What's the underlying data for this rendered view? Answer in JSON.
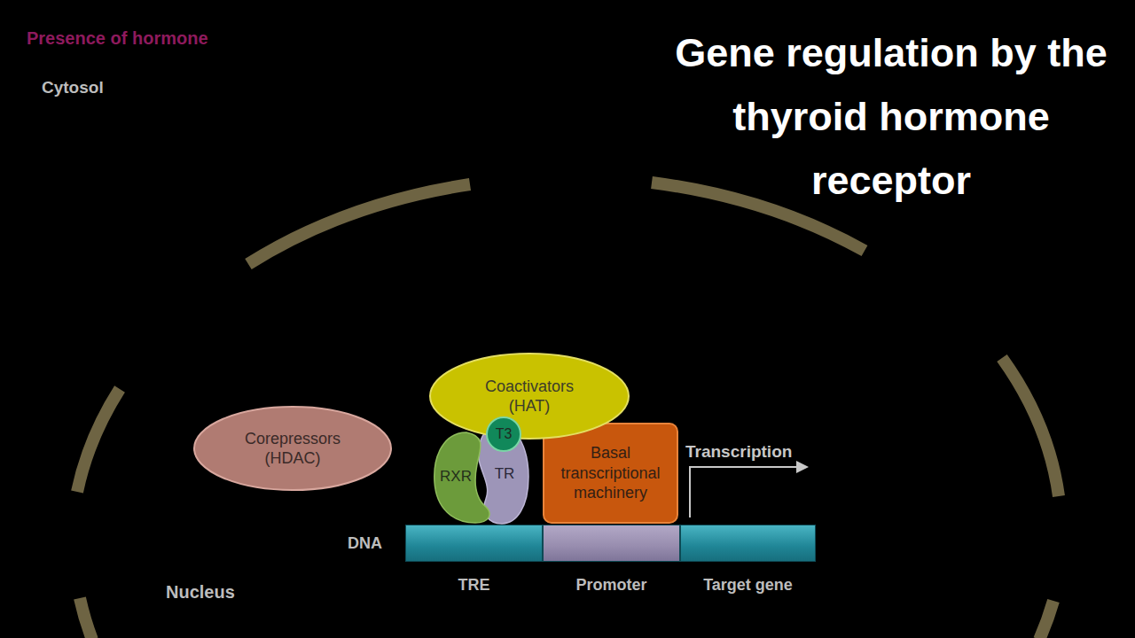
{
  "diagram": {
    "title": "Gene regulation by the thyroid hormone receptor",
    "nodes": [
      {
        "text": [
          "Coactivators (HAT)"
        ]
      },
      {
        "text": [
          "Corepressors (HDAC)"
        ]
      },
      {
        "text": [
          "T3"
        ]
      },
      {
        "text": [
          "RXR"
        ]
      },
      {
        "text": [
          "TR"
        ]
      },
      {
        "text": [
          "Basal transcriptional machinery"
        ]
      },
      {
        "text": [
          "TRE"
        ]
      },
      {
        "text": [
          "Promoter"
        ]
      },
      {
        "text": [
          "Target gene"
        ]
      }
    ],
    "labels": [
      "Presence of hormone",
      "Cytosol",
      "Nucleus",
      "DNA",
      "Transcription"
    ]
  }
}
